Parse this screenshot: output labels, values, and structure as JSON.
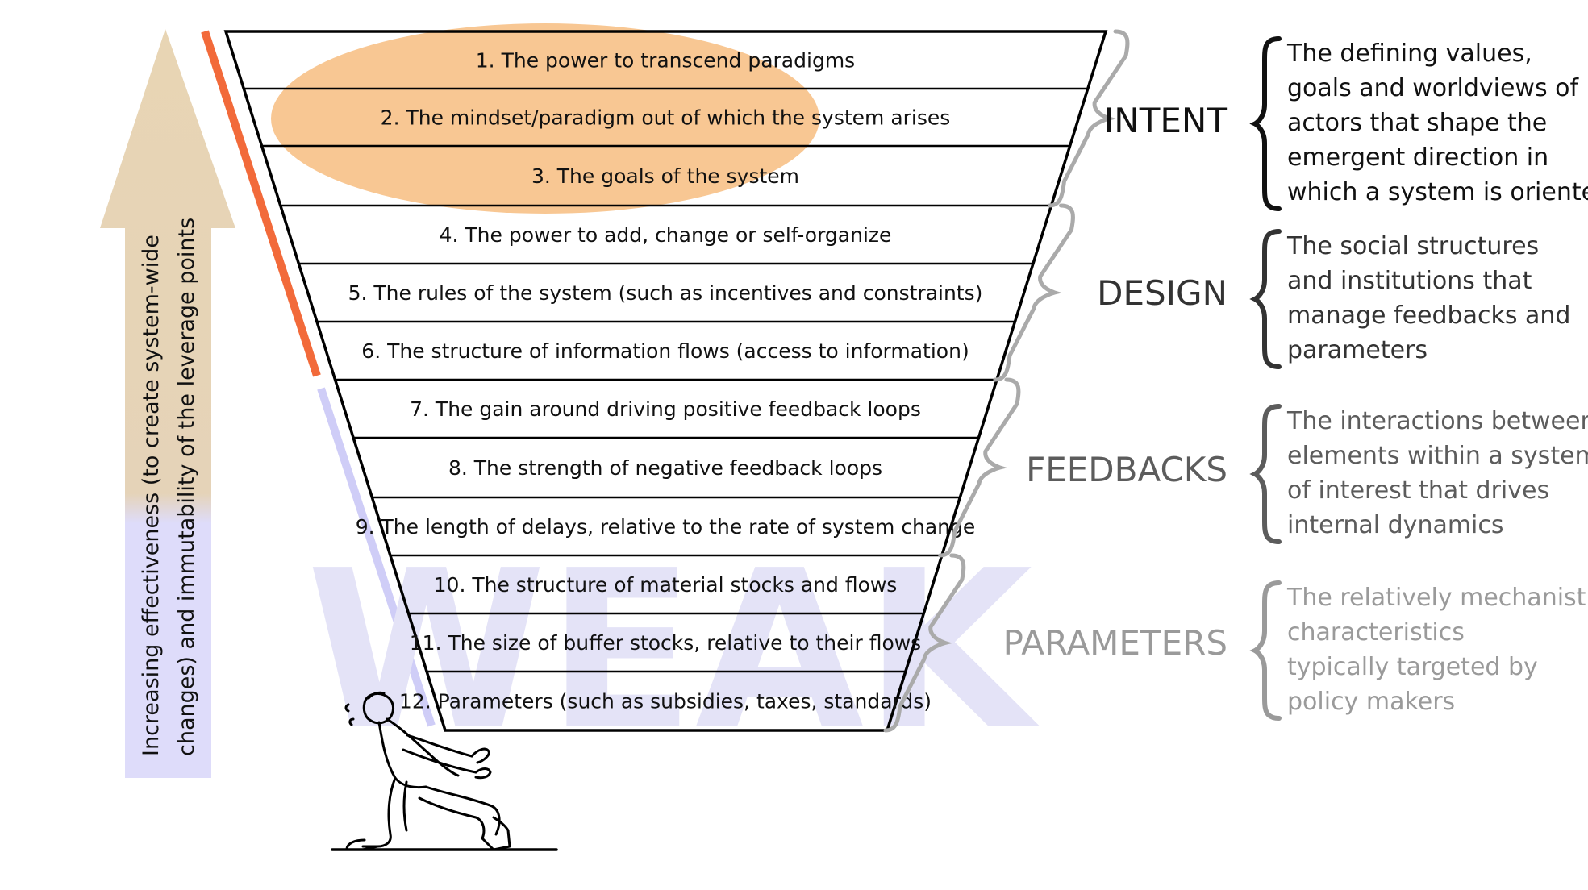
{
  "axis_label": [
    "Increasing effectiveness (to create system-wide",
    "changes) and immutability of the leverage points"
  ],
  "watermark": "WEAK",
  "levels": [
    "1. The power to transcend paradigms",
    "2. The mindset/paradigm out of which the system arises",
    "3. The goals of the system",
    "4. The power to add, change or self-organize",
    "5. The rules of the system (such as incentives and constraints)",
    "6. The structure of information flows (access to information)",
    "7. The gain around driving positive feedback loops",
    "8. The strength of negative feedback loops",
    "9. The length of delays, relative to the rate of system change",
    "10. The structure of material stocks and flows",
    "11. The size of buffer stocks, relative to their flows",
    "12. Parameters (such as subsidies, taxes, standards)"
  ],
  "categories": [
    {
      "name": "INTENT",
      "color": "#111111",
      "description": [
        "The defining values,",
        "goals and worldviews of",
        "actors that shape the",
        "emergent direction in",
        "which a system is oriented"
      ]
    },
    {
      "name": "DESIGN",
      "color": "#333333",
      "description": [
        "The social structures",
        "and institutions that",
        "manage feedbacks and",
        "parameters"
      ]
    },
    {
      "name": "FEEDBACKS",
      "color": "#5c5c5c",
      "description": [
        "The interactions between",
        "elements within a system",
        "of interest that drives",
        "internal dynamics"
      ]
    },
    {
      "name": "PARAMETERS",
      "color": "#9a9a9a",
      "description": [
        "The relatively mechanistic",
        "characteristics",
        "typically targeted by",
        "policy makers"
      ]
    }
  ],
  "colors": {
    "highlight_ellipse": "#f8c48d",
    "arrow_top": "#e8d5b4",
    "arrow_bottom": "#dedcfa",
    "strong_bar": "#f26a3a",
    "weak_bar": "#cfcdf7",
    "brace_gray": "#aaaaaa"
  }
}
